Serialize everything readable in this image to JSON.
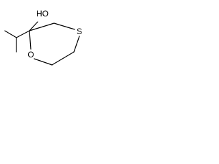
{
  "molecule": {
    "atom_labels": {
      "hydroxyl": "HO",
      "ring_oxygen": "O",
      "ring_sulfur": "S"
    }
  },
  "colors": {
    "bond": "#000000",
    "label": "#000000",
    "background": "#ffffff"
  }
}
